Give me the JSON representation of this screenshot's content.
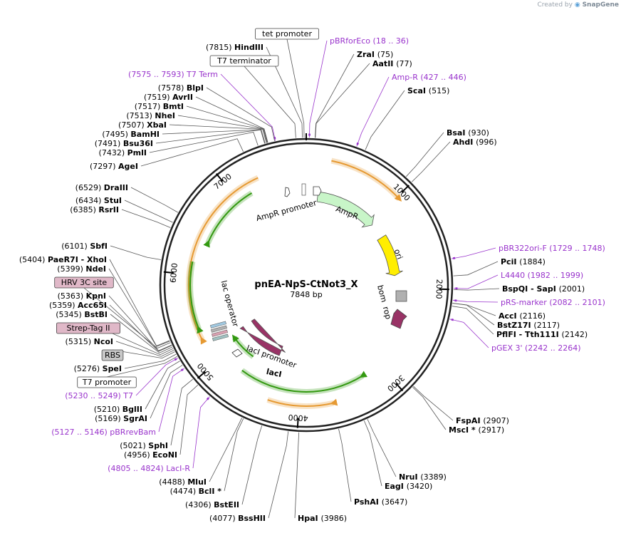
{
  "credit": {
    "prefix": "Created by",
    "brand": "SnapGene"
  },
  "plasmid": {
    "name": "pnEA-NpS-CtNot3_X",
    "size_label": "7848 bp",
    "length": 7848
  },
  "ticks": [
    {
      "pos": 1000,
      "label": "1000"
    },
    {
      "pos": 2000,
      "label": "2000"
    },
    {
      "pos": 3000,
      "label": "3000"
    },
    {
      "pos": 4000,
      "label": "4000"
    },
    {
      "pos": 5000,
      "label": "5000"
    },
    {
      "pos": 6000,
      "label": "6000"
    },
    {
      "pos": 7000,
      "label": "7000"
    }
  ],
  "sites": [
    {
      "kind": "box",
      "pos": 7830,
      "text": "tet promoter",
      "color": "#ffffff"
    },
    {
      "kind": "site",
      "pos": 7815,
      "num": "(7815)",
      "name": "HindIII"
    },
    {
      "kind": "box",
      "pos": 7760,
      "text": "T7 terminator",
      "color": "#ffffff"
    },
    {
      "kind": "feat",
      "pos": 7584,
      "num": "(7575 .. 7593)",
      "name": "T7 Term"
    },
    {
      "kind": "site",
      "pos": 7578,
      "num": "(7578)",
      "name": "BlpI"
    },
    {
      "kind": "site",
      "pos": 7519,
      "num": "(7519)",
      "name": "AvrII"
    },
    {
      "kind": "site",
      "pos": 7517,
      "num": "(7517)",
      "name": "BmtI"
    },
    {
      "kind": "site",
      "pos": 7513,
      "num": "(7513)",
      "name": "NheI"
    },
    {
      "kind": "site",
      "pos": 7507,
      "num": "(7507)",
      "name": "XbaI"
    },
    {
      "kind": "site",
      "pos": 7495,
      "num": "(7495)",
      "name": "BamHI"
    },
    {
      "kind": "site",
      "pos": 7491,
      "num": "(7491)",
      "name": "Bsu36I"
    },
    {
      "kind": "site",
      "pos": 7432,
      "num": "(7432)",
      "name": "PmlI"
    },
    {
      "kind": "site",
      "pos": 7297,
      "num": "(7297)",
      "name": "AgeI"
    },
    {
      "kind": "site",
      "pos": 6529,
      "num": "(6529)",
      "name": "DraIII"
    },
    {
      "kind": "site",
      "pos": 6434,
      "num": "(6434)",
      "name": "StuI"
    },
    {
      "kind": "site",
      "pos": 6385,
      "num": "(6385)",
      "name": "RsrII"
    },
    {
      "kind": "site",
      "pos": 6101,
      "num": "(6101)",
      "name": "SbfI"
    },
    {
      "kind": "site",
      "pos": 5404,
      "num": "(5404)",
      "name": "PaeR7I  - XhoI"
    },
    {
      "kind": "site",
      "pos": 5399,
      "num": "(5399)",
      "name": "NdeI"
    },
    {
      "kind": "box",
      "pos": 5385,
      "text": "HRV 3C site",
      "color": "#e0b8c8"
    },
    {
      "kind": "site",
      "pos": 5363,
      "num": "(5363)",
      "name": "KpnI"
    },
    {
      "kind": "site",
      "pos": 5359,
      "num": "(5359)",
      "name": "Acc65I"
    },
    {
      "kind": "site",
      "pos": 5345,
      "num": "(5345)",
      "name": "BstBI"
    },
    {
      "kind": "box",
      "pos": 5330,
      "text": "Strep-Tag II",
      "color": "#e0b8c8"
    },
    {
      "kind": "site",
      "pos": 5315,
      "num": "(5315)",
      "name": "NcoI"
    },
    {
      "kind": "box",
      "pos": 5300,
      "text": "RBS",
      "color": "#c8c8c8"
    },
    {
      "kind": "site",
      "pos": 5276,
      "num": "(5276)",
      "name": "SpeI"
    },
    {
      "kind": "box",
      "pos": 5255,
      "text": "T7 promoter",
      "color": "#ffffff"
    },
    {
      "kind": "feat",
      "pos": 5240,
      "num": "(5230 .. 5249)",
      "name": "T7"
    },
    {
      "kind": "site",
      "pos": 5210,
      "num": "(5210)",
      "name": "BglII"
    },
    {
      "kind": "site",
      "pos": 5169,
      "num": "(5169)",
      "name": "SgrAI"
    },
    {
      "kind": "feat",
      "pos": 5137,
      "num": "(5127 .. 5146)",
      "name": "pBRrevBam"
    },
    {
      "kind": "site",
      "pos": 5021,
      "num": "(5021)",
      "name": "SphI"
    },
    {
      "kind": "site",
      "pos": 4956,
      "num": "(4956)",
      "name": "EcoNI"
    },
    {
      "kind": "feat",
      "pos": 4815,
      "num": "(4805 .. 4824)",
      "name": "LacI-R"
    },
    {
      "kind": "site",
      "pos": 4488,
      "num": "(4488)",
      "name": "MluI"
    },
    {
      "kind": "site",
      "pos": 4474,
      "num": "(4474)",
      "name": "BclI *"
    },
    {
      "kind": "site",
      "pos": 4306,
      "num": "(4306)",
      "name": "BstEII"
    },
    {
      "kind": "site",
      "pos": 4077,
      "num": "(4077)",
      "name": "BssHII"
    },
    {
      "kind": "site",
      "pos": 3986,
      "num": "(3986)",
      "name": "HpaI"
    },
    {
      "kind": "site",
      "pos": 3647,
      "num": "(3647)",
      "name": "PshAI"
    },
    {
      "kind": "site",
      "pos": 3420,
      "num": "(3420)",
      "name": "EagI"
    },
    {
      "kind": "site",
      "pos": 3389,
      "num": "(3389)",
      "name": "NruI"
    },
    {
      "kind": "site",
      "pos": 2917,
      "num": "(2917)",
      "name": "MscI *"
    },
    {
      "kind": "site",
      "pos": 2907,
      "num": "(2907)",
      "name": "FspAI"
    },
    {
      "kind": "feat",
      "pos": 2253,
      "num": "(2242 .. 2264)",
      "name": "pGEX 3'"
    },
    {
      "kind": "site",
      "pos": 2142,
      "num": "(2142)",
      "name": "PflFI  - Tth111I"
    },
    {
      "kind": "site",
      "pos": 2117,
      "num": "(2117)",
      "name": "BstZ17I"
    },
    {
      "kind": "site",
      "pos": 2116,
      "num": "(2116)",
      "name": "AccI"
    },
    {
      "kind": "feat",
      "pos": 2091,
      "num": "(2082 .. 2101)",
      "name": "pRS-marker"
    },
    {
      "kind": "site",
      "pos": 2001,
      "num": "(2001)",
      "name": "BspQI  - SapI"
    },
    {
      "kind": "feat",
      "pos": 1990,
      "num": "(1982 .. 1999)",
      "name": "L4440"
    },
    {
      "kind": "site",
      "pos": 1884,
      "num": "(1884)",
      "name": "PciI"
    },
    {
      "kind": "feat",
      "pos": 1738,
      "num": "(1729 .. 1748)",
      "name": "pBR322ori-F"
    },
    {
      "kind": "site",
      "pos": 996,
      "num": "(996)",
      "name": "AhdI"
    },
    {
      "kind": "site",
      "pos": 930,
      "num": "(930)",
      "name": "BsaI"
    },
    {
      "kind": "site",
      "pos": 515,
      "num": "(515)",
      "name": "ScaI"
    },
    {
      "kind": "feat",
      "pos": 436,
      "num": "(427 .. 446)",
      "name": "Amp-R"
    },
    {
      "kind": "site",
      "pos": 77,
      "num": "(77)",
      "name": "AatII"
    },
    {
      "kind": "site",
      "pos": 75,
      "num": "(75)",
      "name": "ZraI"
    },
    {
      "kind": "feat",
      "pos": 27,
      "num": "(18 .. 36)",
      "name": "pBRforEco"
    }
  ],
  "inner_features": [
    {
      "name": "AmpR promoter",
      "label": "AmpR promoter"
    },
    {
      "name": "AmpR",
      "label": "AmpR"
    },
    {
      "name": "ori",
      "label": "ori"
    },
    {
      "name": "bom",
      "label": "bom"
    },
    {
      "name": "rop",
      "label": "rop"
    },
    {
      "name": "lacI",
      "label": "lacI"
    },
    {
      "name": "lacI promoter",
      "label": "lacI promoter"
    },
    {
      "name": "lac operator",
      "label": "lac operator"
    }
  ],
  "colors": {
    "ampr": "#c8f5c8",
    "ori": "#ffee00",
    "bom": "#b0b0b0",
    "rop": "#993366",
    "lacI": "#993366",
    "orf_orange": "#e69a33",
    "orf_green": "#339911",
    "feature_text": "#9933cc",
    "backbone": "#222222"
  }
}
